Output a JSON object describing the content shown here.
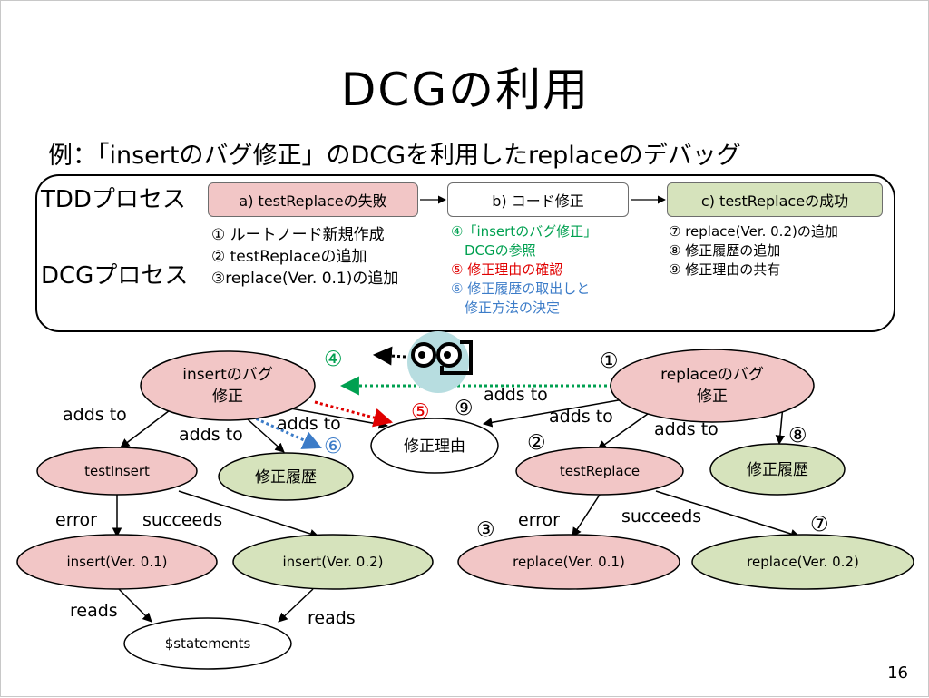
{
  "title": "DCGの利用",
  "subtitle": "例：「insertのバグ修正」のDCGを利用したreplaceのデバッグ",
  "process": {
    "tdd_label": "TDDプロセス",
    "dcg_label": "DCGプロセス",
    "steps": [
      {
        "label": "a)  testReplaceの失敗",
        "color": "#f2c6c6"
      },
      {
        "label": "b)  コード修正",
        "color": "#ffffff"
      },
      {
        "label": "c)   testReplaceの成功",
        "color": "#d6e3bc"
      }
    ],
    "list_a": [
      "① ルートノード新規作成",
      "② testReplaceの追加",
      "③replace(Ver. 0.1)の追加"
    ],
    "list_b": {
      "green": [
        "④「insertのバグ修正」",
        "　DCGの参照"
      ],
      "red": [
        "⑤ 修正理由の確認"
      ],
      "blue": [
        "⑥ 修正履歴の取出しと",
        "　修正方法の決定"
      ]
    },
    "list_c": [
      "⑦ replace(Ver. 0.2)の追加",
      "⑧ 修正履歴の追加",
      "⑨ 修正理由の共有"
    ]
  },
  "nodes": {
    "insert_bug": [
      "insertのバグ",
      "修正"
    ],
    "replace_bug": [
      "replaceのバグ",
      "修正"
    ],
    "fix_reason": "修正理由",
    "history_left": "修正履歴",
    "history_right": "修正履歴",
    "test_insert": "testInsert",
    "test_replace": "testReplace",
    "insert_v01": "insert(Ver. 0.1)",
    "insert_v02": "insert(Ver. 0.2)",
    "replace_v01": "replace(Ver. 0.1)",
    "replace_v02": "replace(Ver. 0.2)",
    "statements": "$statements"
  },
  "edges": {
    "adds_to": "adds to",
    "error": "error",
    "succeeds": "succeeds",
    "reads": "reads"
  },
  "markers": {
    "m1": "①",
    "m2": "②",
    "m3": "③",
    "m4": "④",
    "m5": "⑤",
    "m6": "⑥",
    "m7": "⑦",
    "m8": "⑧",
    "m9": "⑨"
  },
  "colors": {
    "pink": "#f2c6c6",
    "green_fill": "#d6e3bc",
    "green_text": "#00a050",
    "red_text": "#e00000",
    "blue_text": "#3c7cc8",
    "teal_circle": "#b7dde0"
  },
  "page_number": "16"
}
